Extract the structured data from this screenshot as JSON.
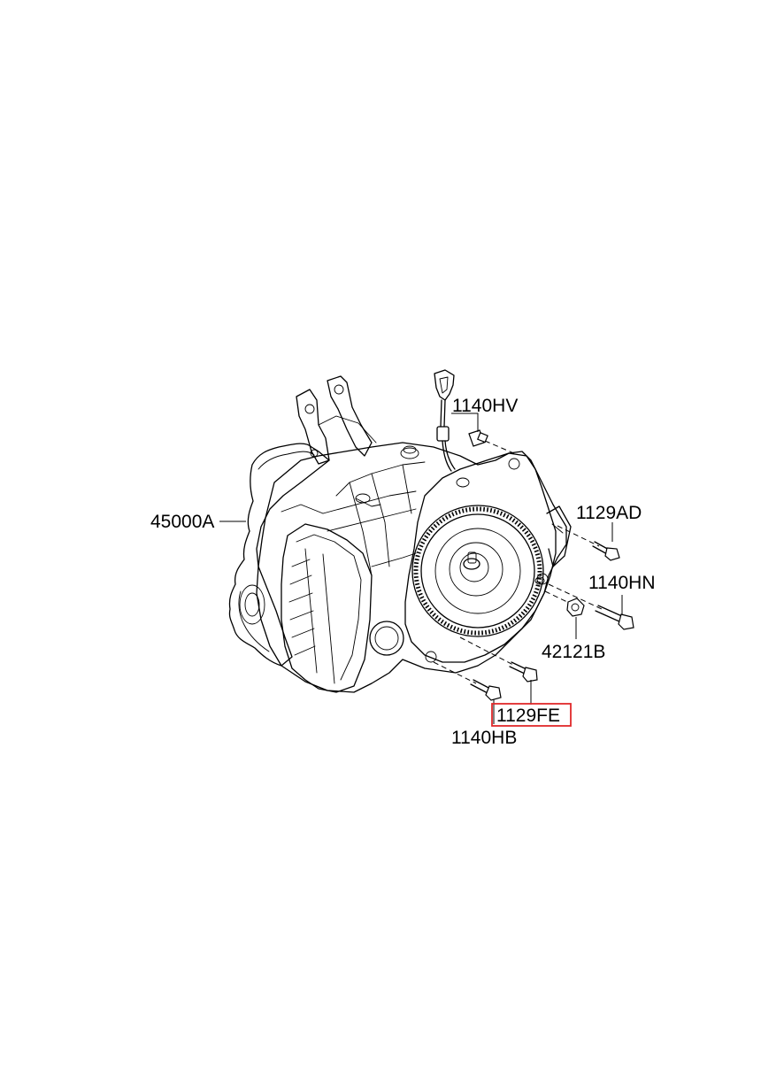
{
  "colors": {
    "line": "#000000",
    "background": "#ffffff",
    "highlight": "#e0282a"
  },
  "labels": {
    "transaxle": "45000A",
    "dipstick_bolt": "1140HV",
    "bolt_upper_right": "1129AD",
    "bolt_right": "1140HN",
    "plug": "42121B",
    "highlighted_bolt": "1129FE",
    "bolt_lower": "1140HB"
  },
  "highlighted_part": "1129FE"
}
